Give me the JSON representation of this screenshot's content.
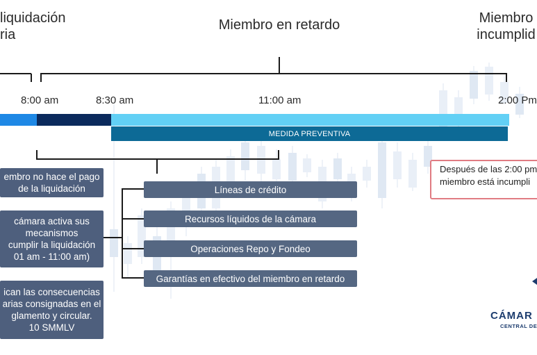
{
  "headers": {
    "left": "liquidación\nria",
    "center": "Miembro en retardo",
    "right": "Miembro\nincumplid"
  },
  "times": {
    "t0800": "8:00 am",
    "t0830": "8:30 am",
    "t1100": "11:00 am",
    "t1400": "2:00 Pm"
  },
  "timeline": {
    "preventive_label": "MEDIDA PREVENTIVA",
    "colors": {
      "early": "#1e88e5",
      "mid": "#0b2a5c",
      "main": "#62d0f5",
      "preventive": "#0d6a96"
    }
  },
  "steps": [
    "embro no hace el pago\nde la liquidación",
    "cámara activa sus\nmecanismos\ncumplir la liquidación\n01 am - 11:00 am)",
    "ican las consecuencias\narias consignadas en el\nglamento y circular.\n10 SMMLV"
  ],
  "mechanisms": [
    "Líneas de crédito",
    "Recursos líquidos de la cámara",
    "Operaciones Repo y Fondeo",
    "Garantías en efectivo del miembro en retardo"
  ],
  "notice": "Después de las 2:00 pm\nmiembro está incumpli",
  "logo": {
    "name": "CÁMAR",
    "subtitle": "CENTRAL DE"
  }
}
